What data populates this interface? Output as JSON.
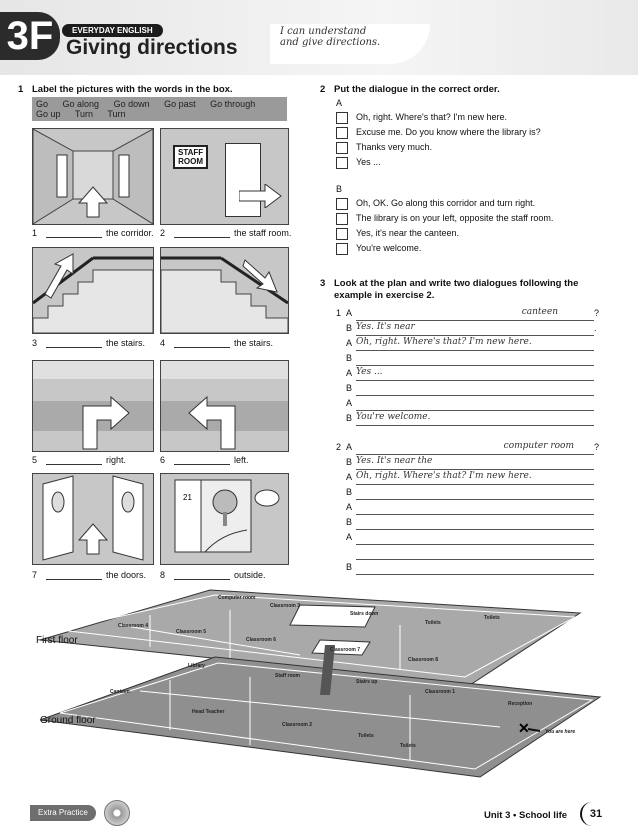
{
  "header": {
    "unit_code": "3F",
    "everyday_label": "EVERYDAY ENGLISH",
    "title": "Giving directions",
    "can_do_line1": "I can understand",
    "can_do_line2": "and give directions."
  },
  "ex1": {
    "num": "1",
    "instruction": "Label the pictures with the words in the box.",
    "word_box": [
      "Go",
      "Go along",
      "Go down",
      "Go past",
      "Go through",
      "Go up",
      "Turn",
      "Turn"
    ],
    "staff_room_sign_1": "STAFF",
    "staff_room_sign_2": "ROOM",
    "labels": [
      {
        "n": "1",
        "suffix": "the corridor."
      },
      {
        "n": "2",
        "suffix": "the staff room."
      },
      {
        "n": "3",
        "suffix": "the stairs."
      },
      {
        "n": "4",
        "suffix": "the stairs."
      },
      {
        "n": "5",
        "suffix": "right."
      },
      {
        "n": "6",
        "suffix": "left."
      },
      {
        "n": "7",
        "suffix": "the doors."
      },
      {
        "n": "8",
        "suffix": "outside."
      }
    ]
  },
  "ex2": {
    "num": "2",
    "instruction": "Put the dialogue in the correct order.",
    "a_label": "A",
    "a_lines": [
      "Oh, right. Where's that? I'm new here.",
      "Excuse me. Do you know where the library is?",
      "Thanks very much.",
      "Yes ..."
    ],
    "b_label": "B",
    "b_lines": [
      "Oh, OK. Go along this corridor and turn right.",
      "The library is on your left, opposite the staff room.",
      "Yes, it's near the canteen.",
      "You're welcome."
    ]
  },
  "ex3": {
    "num": "3",
    "instruction_line1": "Look at the plan and write two dialogues following the",
    "instruction_line2": "example in exercise 2.",
    "d1": {
      "num": "1",
      "rows": [
        {
          "sp": "A",
          "text": "",
          "end_word": "canteen",
          "end_mark": "?"
        },
        {
          "sp": "B",
          "text": "Yes. It's near",
          "end_mark": "."
        },
        {
          "sp": "A",
          "text": "Oh, right. Where's that? I'm new here."
        },
        {
          "sp": "B",
          "text": ""
        },
        {
          "sp": "A",
          "text": "Yes ..."
        },
        {
          "sp": "B",
          "text": ""
        },
        {
          "sp": "A",
          "text": ""
        },
        {
          "sp": "B",
          "text": "You're welcome."
        }
      ]
    },
    "d2": {
      "num": "2",
      "rows": [
        {
          "sp": "A",
          "text": "",
          "end_word": "computer room",
          "end_mark": "?"
        },
        {
          "sp": "B",
          "text": "Yes. It's near the"
        },
        {
          "sp": "A",
          "text": "Oh, right. Where's that? I'm new here."
        },
        {
          "sp": "B",
          "text": ""
        },
        {
          "sp": "A",
          "text": ""
        },
        {
          "sp": "B",
          "text": ""
        },
        {
          "sp": "A",
          "text": ""
        },
        {
          "sp": "",
          "text": ""
        },
        {
          "sp": "B",
          "text": ""
        }
      ]
    }
  },
  "plan": {
    "first_floor_label": "First floor",
    "ground_floor_label": "Ground floor",
    "first_rooms": [
      "Computer room",
      "Classroom 3",
      "Stairs down",
      "Toilets",
      "Toilets",
      "Classroom 4",
      "Classroom 5",
      "Classroom 6",
      "Classroom 7",
      "Classroom 8"
    ],
    "ground_rooms": [
      "Library",
      "Staff room",
      "Stairs up",
      "Canteen",
      "Classroom 1",
      "Reception",
      "Head Teacher",
      "Classroom 2",
      "Toilets",
      "Toilets"
    ],
    "you_are_here": "You are here"
  },
  "footer": {
    "extra_practice": "Extra Practice",
    "unit_label": "Unit 3 • School life",
    "page_number": "31"
  },
  "colors": {
    "header_bar": "#2a2a2a",
    "title_band": "#d9d9d9",
    "word_box_bg": "#9a9a9a",
    "panel_bg": "#c7c7c7"
  }
}
